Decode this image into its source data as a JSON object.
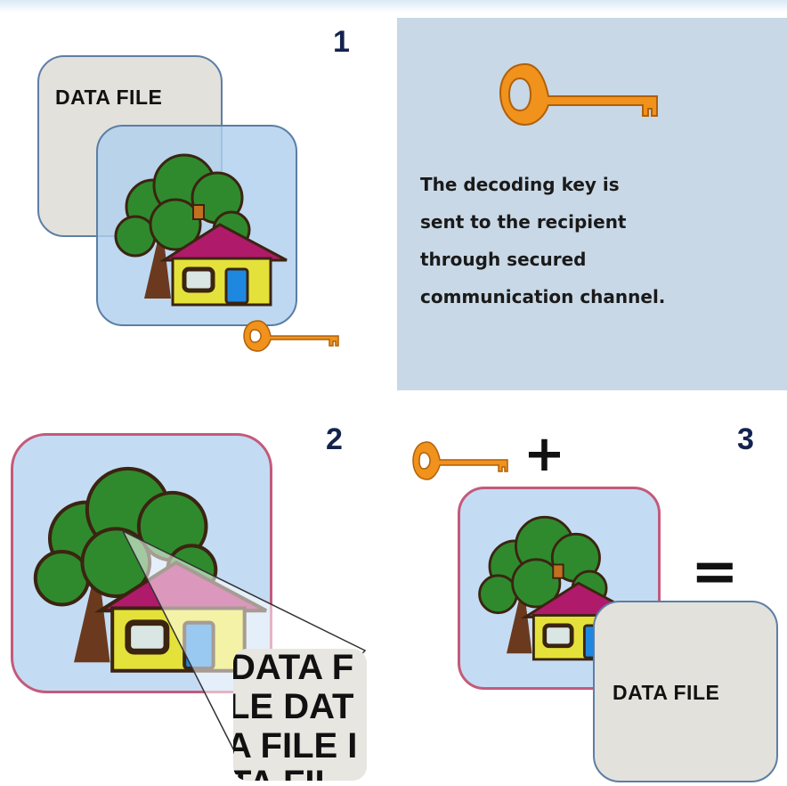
{
  "steps": {
    "one": "1",
    "two": "2",
    "three": "3"
  },
  "step1": {
    "file_label": "DATA FILE",
    "key_icon": "key-icon",
    "image_icon": "house-tree-icon"
  },
  "info_panel": {
    "caption": "The decoding key is\nsent to the recipient\nthrough secured\ncommunication channel.",
    "key_icon": "key-icon"
  },
  "step2": {
    "zoom_lines": [
      "DATA F",
      "LE DAT",
      "A FILE I",
      "TA FIL"
    ],
    "image_icon": "house-tree-icon"
  },
  "step3": {
    "plus": "+",
    "equals": "=",
    "file_label": "DATA FILE",
    "key_icon": "key-icon",
    "image_icon": "house-tree-icon"
  },
  "colors": {
    "key": "#f0921b",
    "panel": "#c9d8e6",
    "number": "#14234d",
    "tree": "#2f8a2e",
    "roof": "#b01a6a",
    "wall": "#e4e23a",
    "door": "#1e88e0"
  }
}
